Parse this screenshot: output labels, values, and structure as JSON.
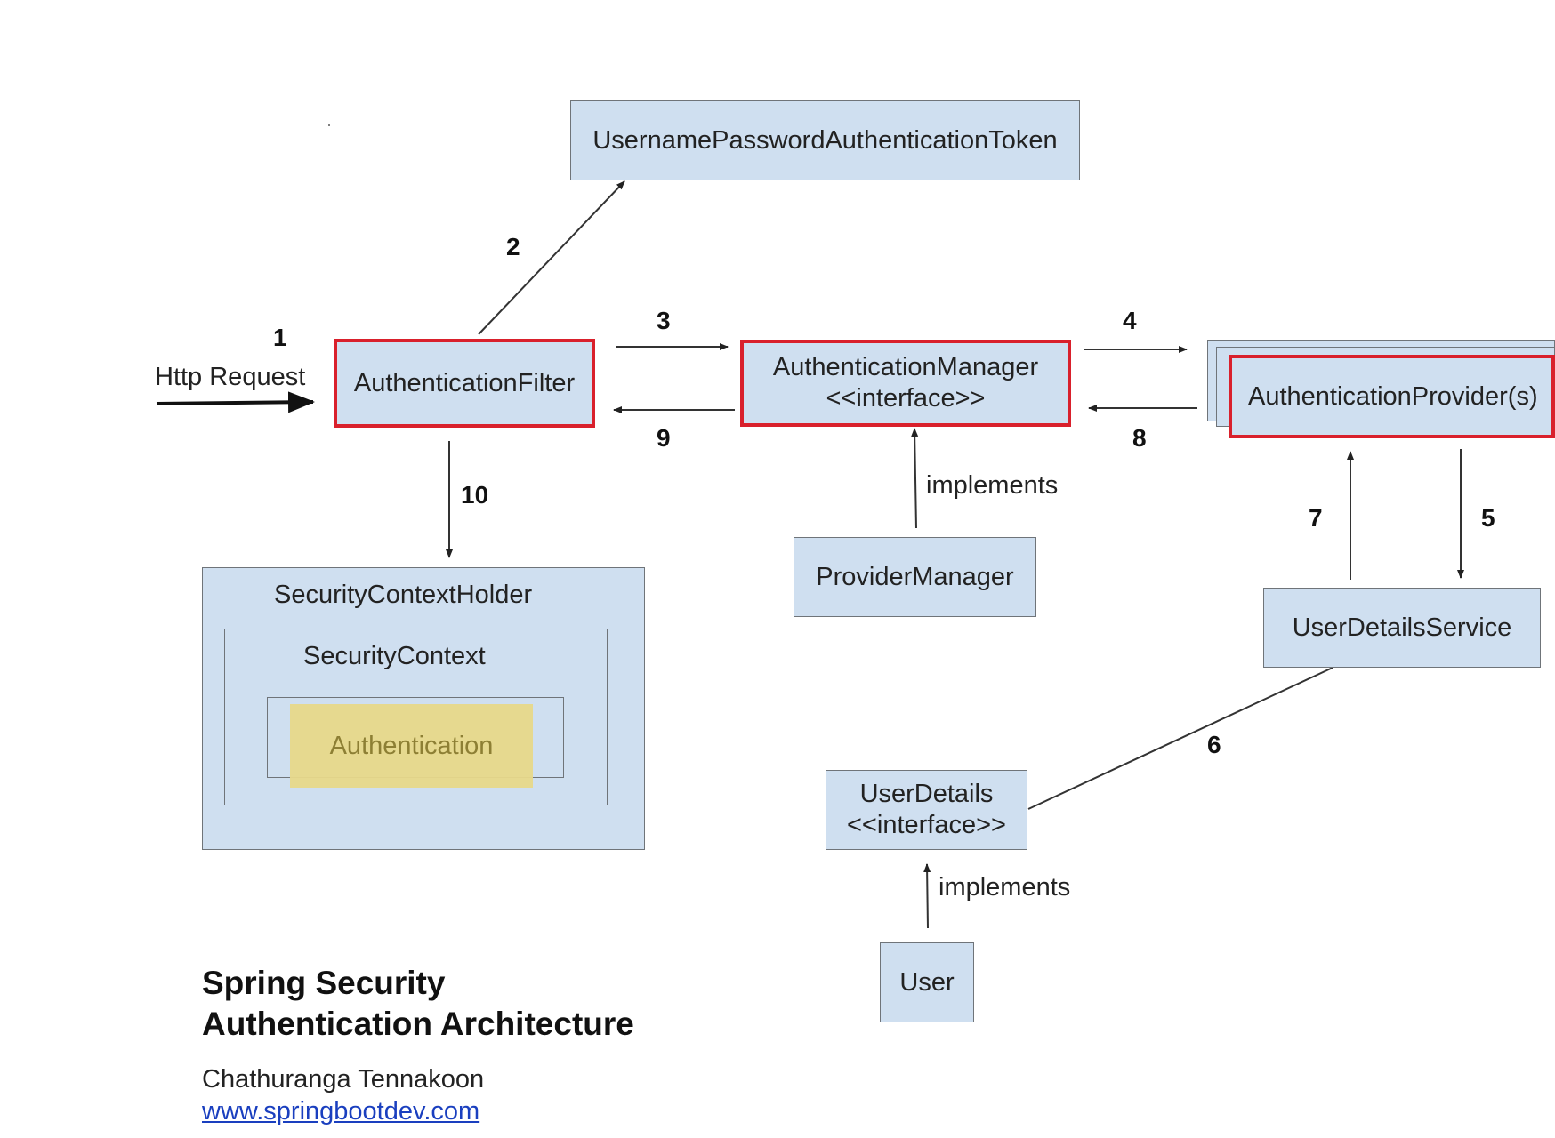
{
  "nodes": {
    "token": "UsernamePasswordAuthenticationToken",
    "filter": "AuthenticationFilter",
    "manager_line1": "AuthenticationManager",
    "manager_line2": "<<interface>>",
    "provider": "AuthenticationProvider(s)",
    "provider_manager": "ProviderManager",
    "user_details_service": "UserDetailsService",
    "user_details_line1": "UserDetails",
    "user_details_line2": "<<interface>>",
    "user": "User",
    "context_holder": "SecurityContextHolder",
    "context": "SecurityContext",
    "authentication": "Authentication"
  },
  "labels": {
    "http_request": "Http Request",
    "implements_manager": "implements",
    "implements_user": "implements"
  },
  "steps": [
    "1",
    "2",
    "3",
    "4",
    "5",
    "6",
    "7",
    "8",
    "9",
    "10"
  ],
  "caption": {
    "title_line1": "Spring Security",
    "title_line2": "Authentication Architecture",
    "author": "Chathuranga Tennakoon",
    "website": "www.springbootdev.com"
  },
  "colors": {
    "box_fill": "#cfdff0",
    "highlight_border": "#d9202c",
    "authentication_fill": "#e8d98a",
    "link": "#1a3fbf"
  }
}
